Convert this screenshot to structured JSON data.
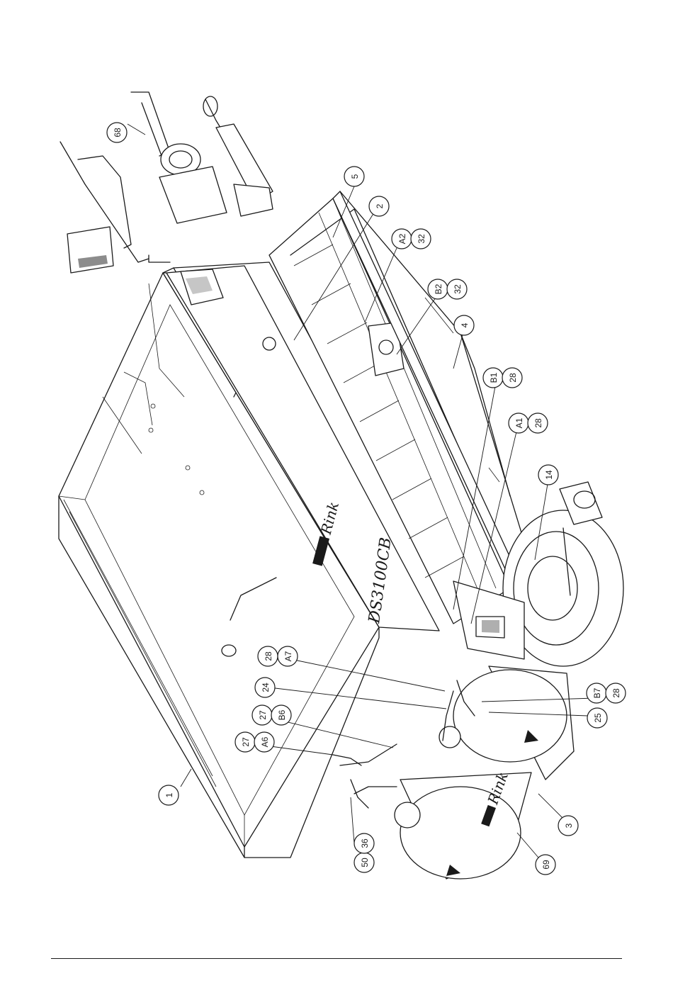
{
  "diagram": {
    "model_label": "DS3100CB",
    "brand_labels": [
      "Rink",
      "Rink"
    ],
    "callouts": [
      {
        "id": "c68",
        "text": "68"
      },
      {
        "id": "c5",
        "text": "5"
      },
      {
        "id": "c2",
        "text": "2"
      },
      {
        "id": "cA2",
        "text": "A2"
      },
      {
        "id": "c32a",
        "text": "32"
      },
      {
        "id": "cB2",
        "text": "B2"
      },
      {
        "id": "c32b",
        "text": "32"
      },
      {
        "id": "c4",
        "text": "4"
      },
      {
        "id": "cB1",
        "text": "B1"
      },
      {
        "id": "c28a",
        "text": "28"
      },
      {
        "id": "cA1",
        "text": "A1"
      },
      {
        "id": "c28b",
        "text": "28"
      },
      {
        "id": "c14",
        "text": "14"
      },
      {
        "id": "c28c",
        "text": "28"
      },
      {
        "id": "cA7",
        "text": "A7"
      },
      {
        "id": "c24",
        "text": "24"
      },
      {
        "id": "c27a",
        "text": "27"
      },
      {
        "id": "cB6",
        "text": "B6"
      },
      {
        "id": "c27b",
        "text": "27"
      },
      {
        "id": "cA6",
        "text": "A6"
      },
      {
        "id": "c1",
        "text": "1"
      },
      {
        "id": "cB7",
        "text": "B7"
      },
      {
        "id": "c28d",
        "text": "28"
      },
      {
        "id": "c25",
        "text": "25"
      },
      {
        "id": "c3",
        "text": "3"
      },
      {
        "id": "c69",
        "text": "69"
      },
      {
        "id": "c50",
        "text": "50"
      },
      {
        "id": "c36",
        "text": "36"
      }
    ]
  }
}
